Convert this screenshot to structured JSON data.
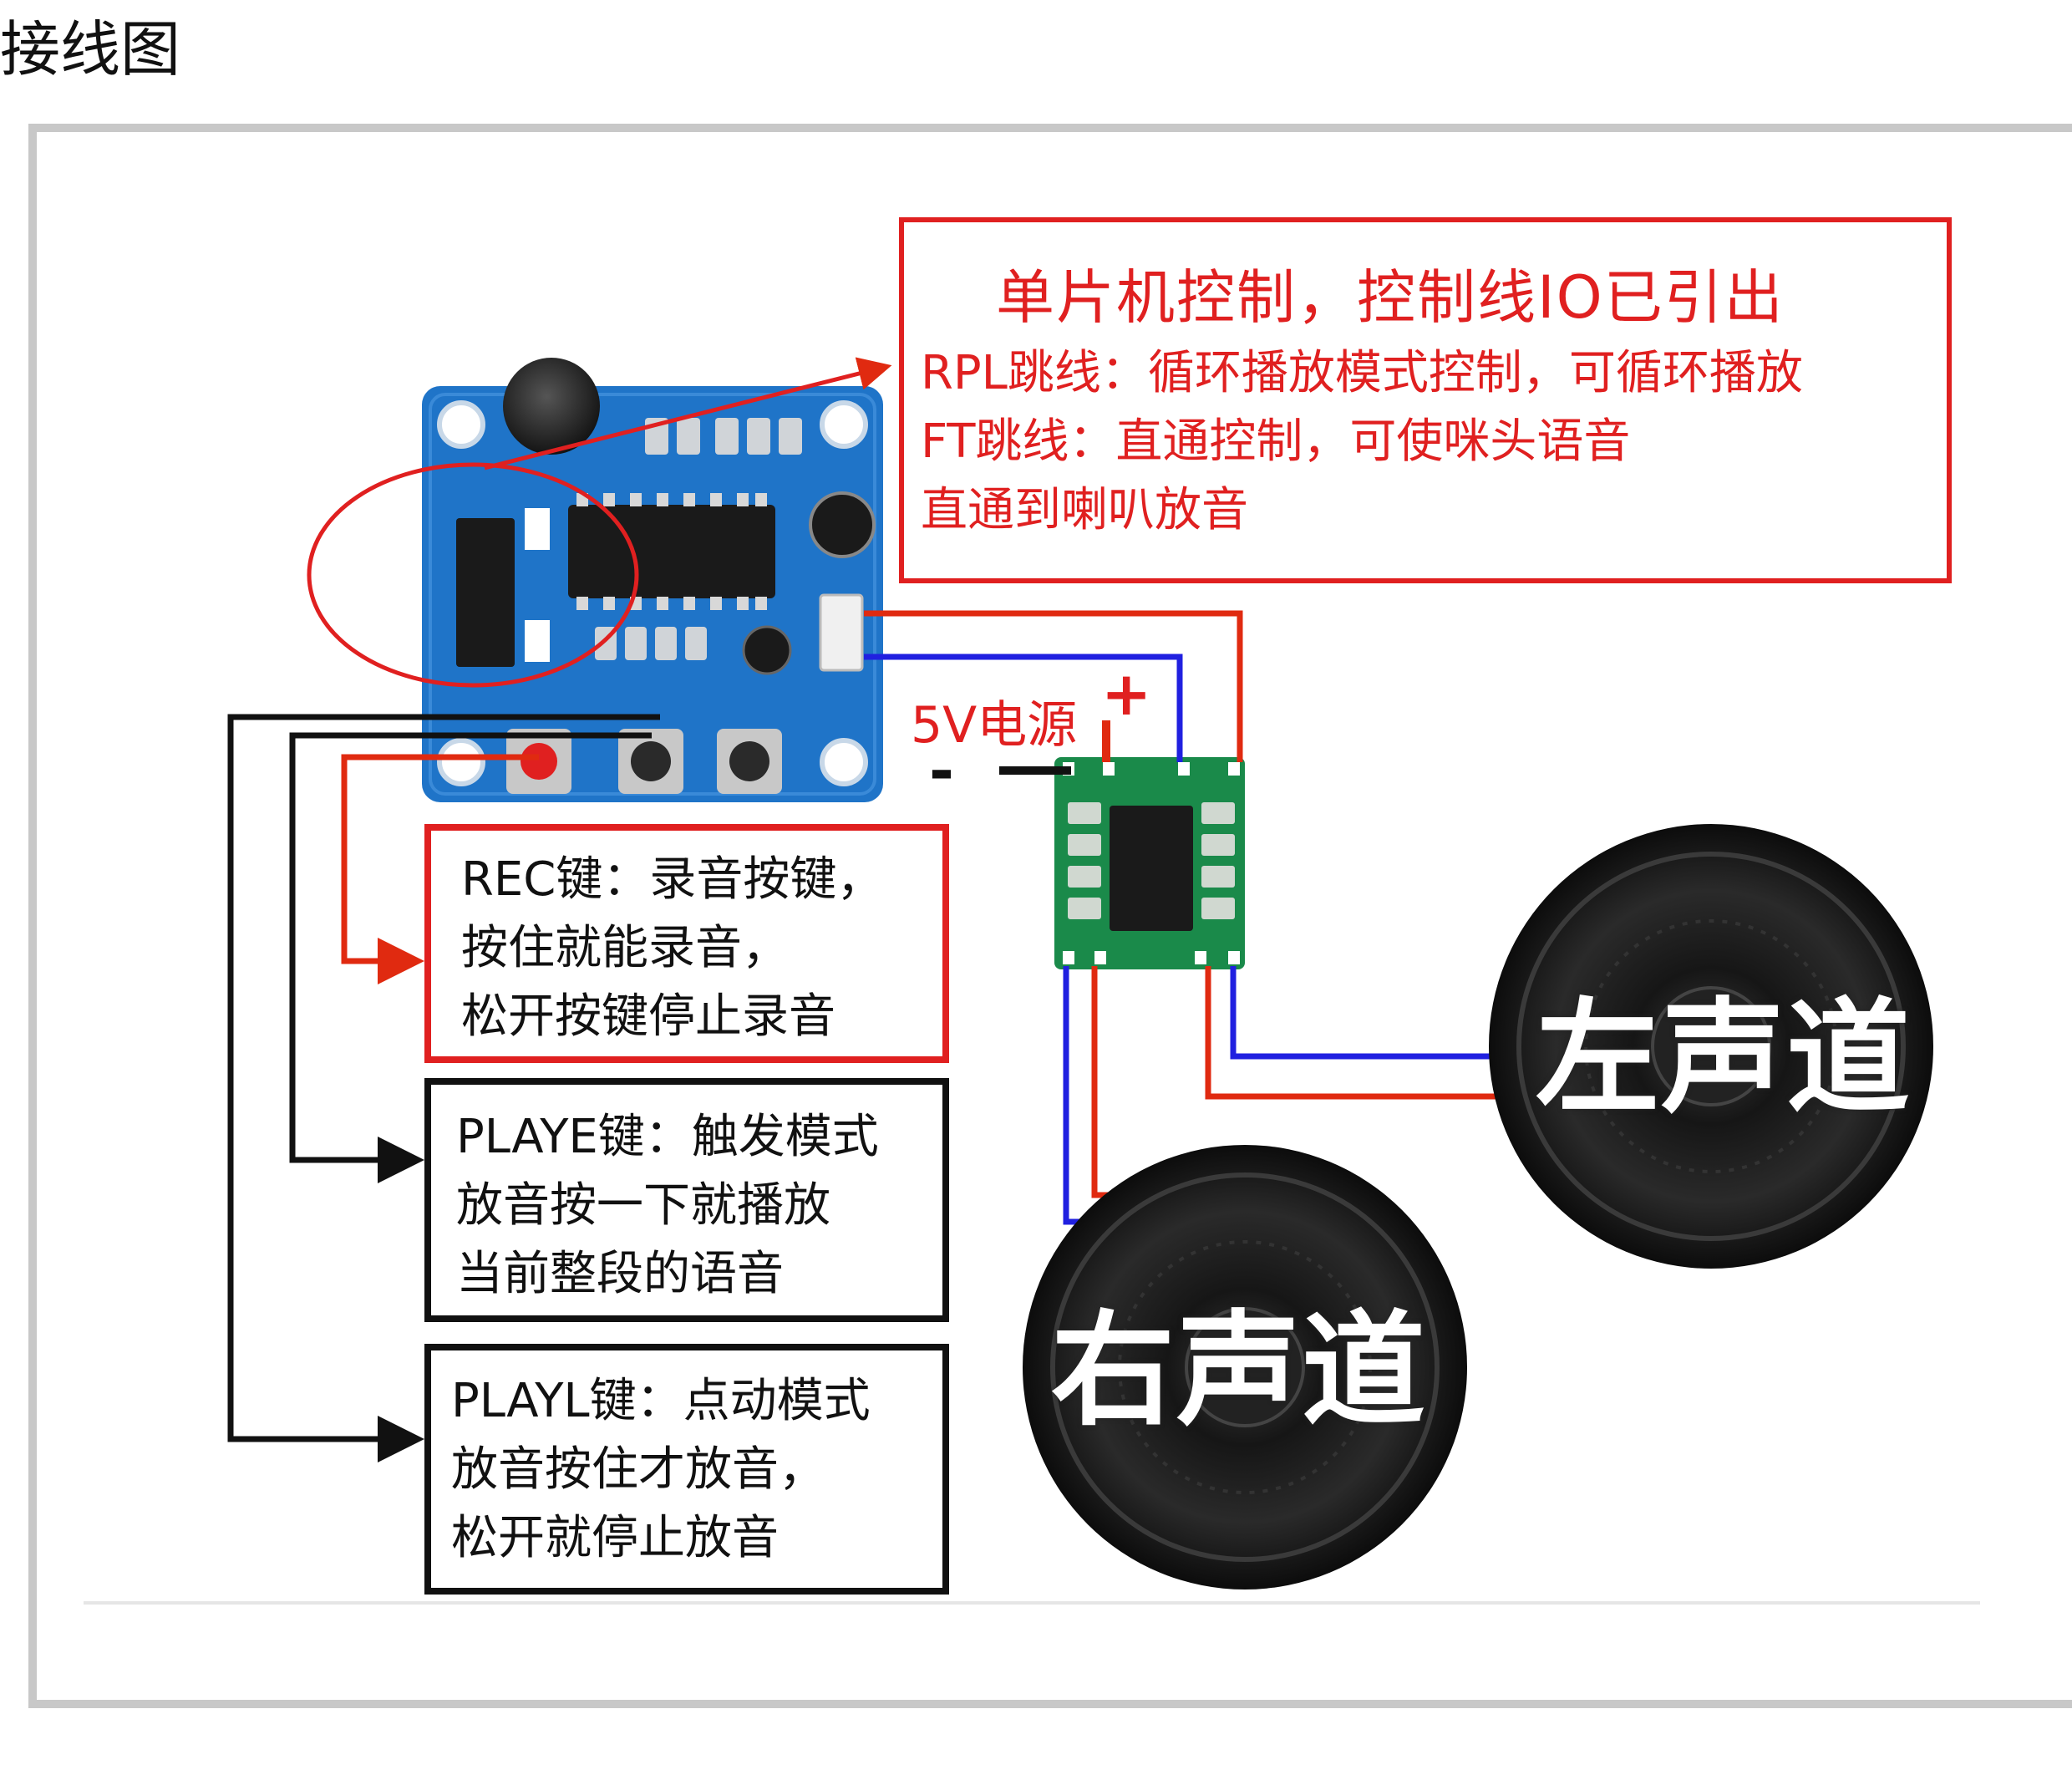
{
  "page": {
    "title": "接线图"
  },
  "callouts": {
    "mcu": {
      "heading": "单片机控制，控制线IO已引出",
      "lines": [
        "RPL跳线：循环播放模式控制，可循环播放",
        "FT跳线：直通控制，可使咪头语音",
        "直通到喇叭放音"
      ]
    },
    "rec": {
      "lines": [
        "REC键：录音按键，",
        "按住就能录音，",
        "松开按键停止录音"
      ]
    },
    "playe": {
      "lines": [
        "PLAYE键：触发模式",
        "放音按一下就播放",
        "当前整段的语音"
      ]
    },
    "playl": {
      "lines": [
        "PLAYL键：点动模式",
        "放音按住才放音，",
        "松开就停止放音"
      ]
    }
  },
  "power": {
    "label": "5V电源",
    "plus": "+",
    "minus": "-"
  },
  "speakers": {
    "left": "左声道",
    "right": "右声道"
  },
  "colors": {
    "red_wire": "#e02a10",
    "blue_wire": "#2020e0",
    "black_wire": "#111111",
    "callout_red": "#e02020",
    "board_blue": "#1f74c8",
    "amp_green": "#1a8a4a",
    "frame_gray": "#c8c8c8"
  }
}
